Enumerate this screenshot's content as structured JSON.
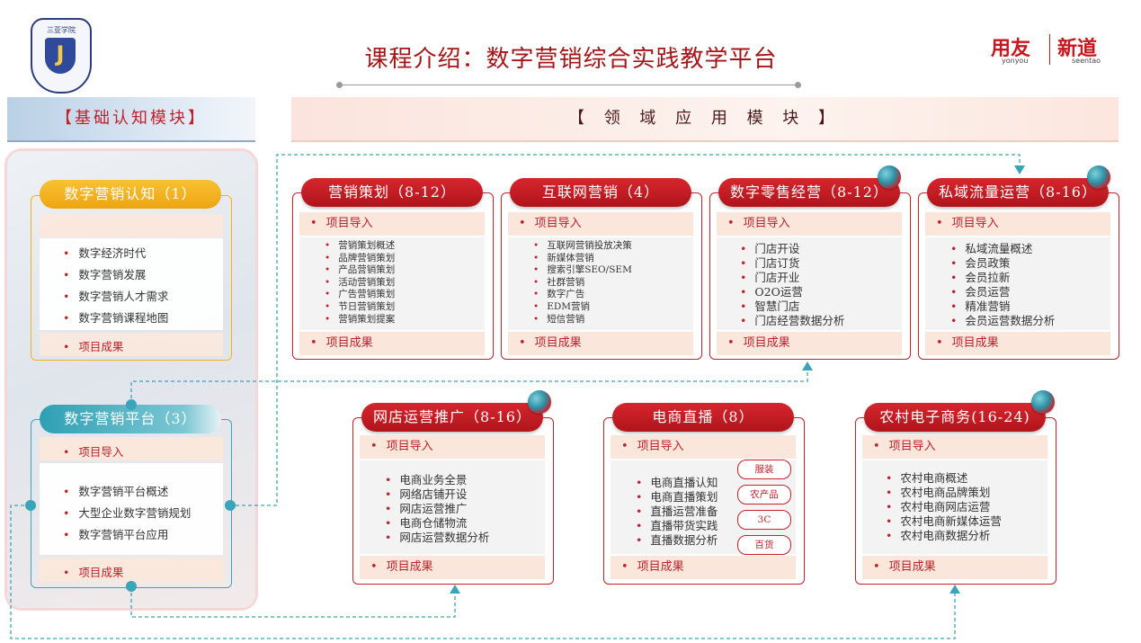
{
  "header": {
    "logo_text": "三亚学院",
    "title": "课程介绍：数字营销综合实践教学平台",
    "brand_1": "用友",
    "brand_1_sub": "yonyou",
    "brand_2": "新道",
    "brand_2_sub": "seentao"
  },
  "sections": {
    "left_banner": "【基础认知模块】",
    "right_banner": "【 领 域 应 用 模 块 】"
  },
  "left_modules": [
    {
      "title": "数字营销认知（1）",
      "items": [
        "数字经济时代",
        "数字营销发展",
        "数字营销人才需求",
        "数字营销课程地图"
      ],
      "outcome": "项目成果"
    },
    {
      "title": "数字营销平台（3）",
      "intro": "项目导入",
      "items": [
        "数字营销平台概述",
        "大型企业数字营销规划",
        "数字营销平台应用"
      ],
      "outcome": "项目成果"
    }
  ],
  "modules": [
    {
      "title": "营销策划（8-12）",
      "intro": "项目导入",
      "items": [
        "营销策划概述",
        "品牌营销策划",
        "产品营销策划",
        "活动营销策划",
        "广告营销策划",
        "节日营销策划",
        "营销策划提案"
      ],
      "outcome": "项目成果"
    },
    {
      "title": "互联网营销（4）",
      "intro": "项目导入",
      "items": [
        "互联网营销投放决策",
        "新媒体营销",
        "搜索引擎SEO/SEM",
        "社群营销",
        "数字广告",
        "EDM营销",
        "短信营销"
      ],
      "outcome": "项目成果"
    },
    {
      "title": "数字零售经营（8-12）",
      "intro": "项目导入",
      "items": [
        "门店开设",
        "门店订货",
        "门店开业",
        "O2O运营",
        "智慧门店",
        "门店经营数据分析"
      ],
      "outcome": "项目成果"
    },
    {
      "title": "私域流量运营（8-16）",
      "intro": "项目导入",
      "items": [
        "私域流量概述",
        "会员政策",
        "会员拉新",
        "会员运营",
        "精准营销",
        "会员运营数据分析"
      ],
      "outcome": "项目成果"
    },
    {
      "title": "网店运营推广（8-16）",
      "intro": "项目导入",
      "items": [
        "电商业务全景",
        "网络店铺开设",
        "网店运营推广",
        "电商仓储物流",
        "网店运营数据分析"
      ],
      "outcome": "项目成果"
    },
    {
      "title": "电商直播（8）",
      "intro": "项目导入",
      "items": [
        "电商直播认知",
        "电商直播策划",
        "直播运营准备",
        "直播带货实践",
        "直播数据分析"
      ],
      "tags": [
        "服装",
        "农产品",
        "3C",
        "百货"
      ],
      "outcome": "项目成果"
    },
    {
      "title": "农村电子商务(16-24)",
      "intro": "项目导入",
      "items": [
        "农村电商概述",
        "农村电商品牌策划",
        "农村电商网店运营",
        "农村电商新媒体运营",
        "农村电商数据分析"
      ],
      "outcome": "项目成果"
    }
  ],
  "colors": {
    "accent_red": "#c8202a",
    "title_red": "#a4161a",
    "pill_orange": "#f3b21b",
    "pill_teal": "#3aa4b8",
    "connector": "#3aa4b8"
  }
}
